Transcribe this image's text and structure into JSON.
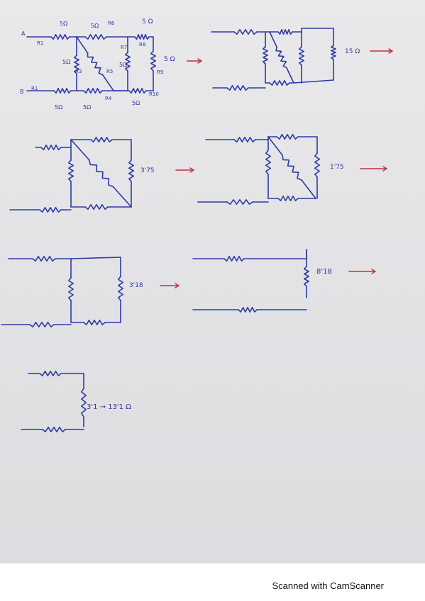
{
  "labels": {
    "node_a": "A",
    "node_b": "B",
    "r1": "R1",
    "r1_b": "R1",
    "r3": "R3",
    "r4": "R4",
    "r5": "R5",
    "r6": "R6",
    "r7": "R7",
    "r8": "R8",
    "r9": "R9",
    "r10": "R10",
    "v_top_left": "5Ω",
    "v_top_mid": "5Ω",
    "v_top_right": "5 Ω",
    "v_left_mid": "5Ω",
    "v_center": "5Ω",
    "v_right": "5 Ω",
    "v_bottom_left": "5Ω",
    "v_bottom_mid": "5Ω",
    "v_bottom_right": "5Ω",
    "step2_value": "15 Ω",
    "step3_value": "3'75",
    "step4_value": "1'75",
    "step5_value": "3'18",
    "step6_value": "8'18",
    "final_value": "3'1 → 13'1 Ω"
  },
  "footer": {
    "scanner_text": "Scanned with CamScanner"
  }
}
